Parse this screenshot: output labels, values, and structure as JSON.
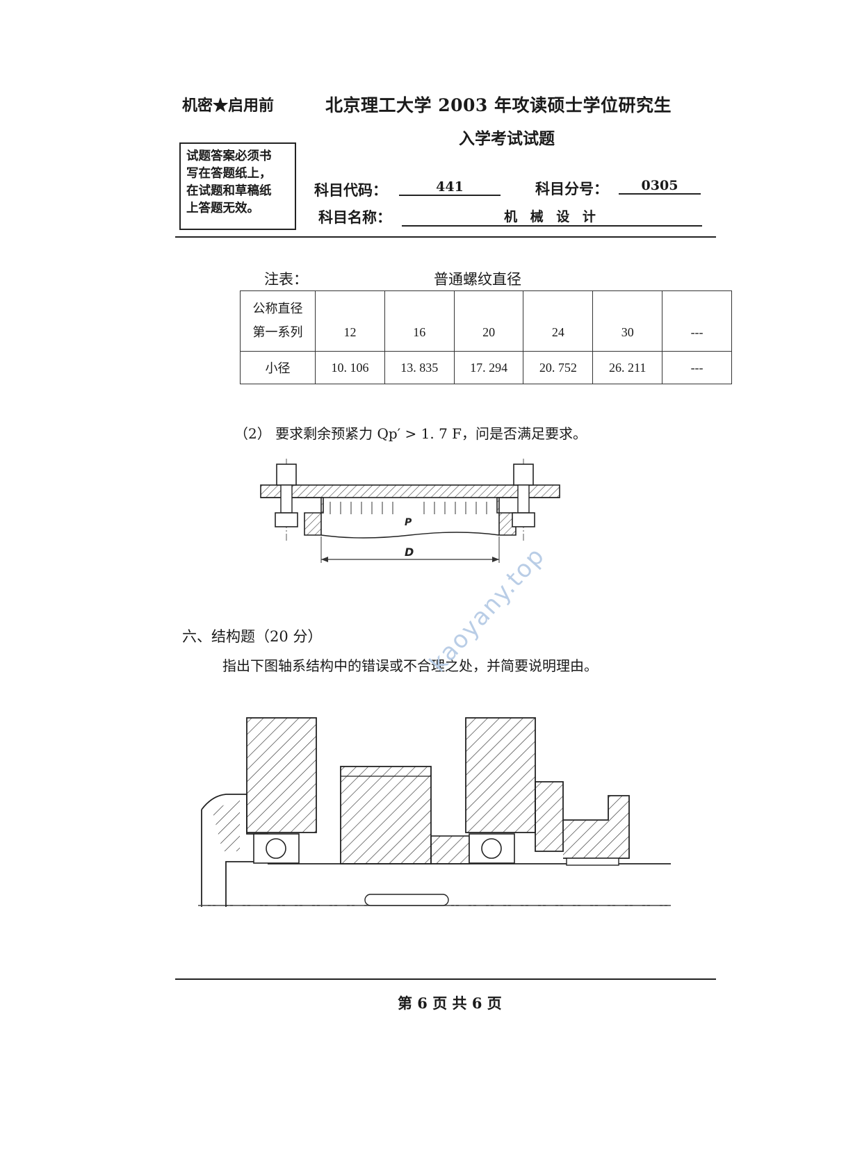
{
  "header": {
    "secret_label": "机密★启用前",
    "title": "北京理工大学 2003 年攻读硕士学位研究生",
    "subtitle": "入学考试试题"
  },
  "notice": {
    "lines": [
      "试题答案必须书",
      "写在答题纸上，",
      "在试题和草稿纸",
      "上答题无效。"
    ]
  },
  "subject": {
    "code_label": "科目代码：",
    "code_value": "441",
    "score_label": "科目分号：",
    "score_value": "0305",
    "name_label": "科目名称：",
    "name_value": "机  械  设  计"
  },
  "table": {
    "note_label": "注表：",
    "title": "普通螺纹直径",
    "header_label_line1": "公称直径",
    "header_label_line2": "第一系列",
    "row2_label": "小径",
    "nominal": [
      "12",
      "16",
      "20",
      "24",
      "30",
      "---"
    ],
    "minor": [
      "10. 106",
      "13. 835",
      "17. 294",
      "20. 752",
      "26. 211",
      "---"
    ]
  },
  "question2": {
    "text": "（2） 要求剩余预紧力 Qp′ > 1. 7 F，问是否满足要求。"
  },
  "figure1": {
    "label_p": "P",
    "label_d": "D"
  },
  "section6": {
    "heading": "六、结构题（20 分）",
    "instruction": "指出下图轴系结构中的错误或不合理之处，并简要说明理由。"
  },
  "watermark": {
    "site": "kaoyany.top"
  },
  "footer": {
    "page": "第 6 页 共 6 页"
  }
}
